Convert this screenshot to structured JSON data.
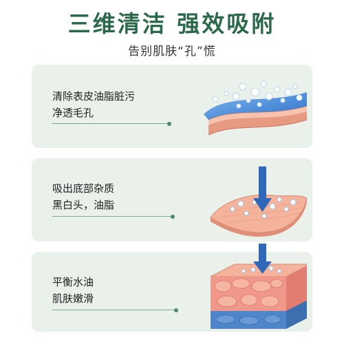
{
  "header": {
    "title": "三维清洁 强效吸附",
    "subtitle": "告别肌肤“孔”慌"
  },
  "panels": [
    {
      "line1": "清除表皮油脂脏污",
      "line2": "净透毛孔"
    },
    {
      "line1": "吸出底部杂质",
      "line2": "黑白头，油脂"
    },
    {
      "line1": "平衡水油",
      "line2": "肌肤嫩滑"
    }
  ],
  "colors": {
    "title_green": "#2a6a4a",
    "panel_bg": "#e9f1ea",
    "water_blue": "#3f86d8",
    "skin_pink": "#f2a98c",
    "arrow_blue": "#2f68b8"
  }
}
